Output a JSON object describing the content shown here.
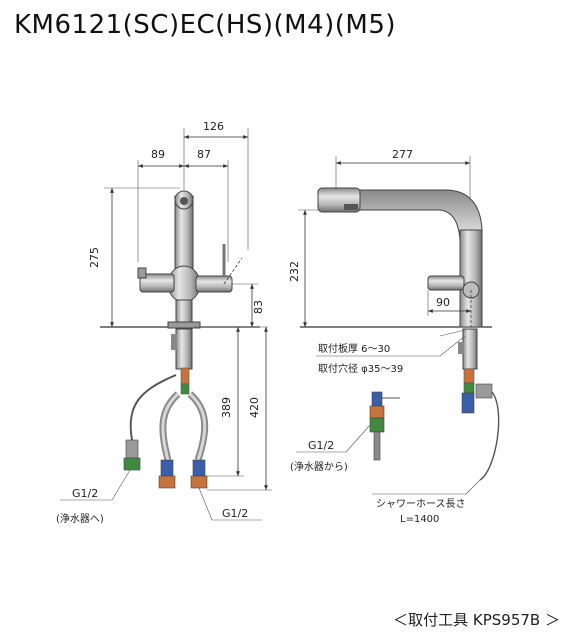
{
  "title": "KM6121(SC)EC(HS)(M4)(M5)",
  "footer": "＜取付工具 KPS957B ＞",
  "front_view": {
    "dim_126": "126",
    "dim_89": "89",
    "dim_87": "87",
    "dim_275": "275",
    "dim_83": "83",
    "dim_389": "389",
    "dim_420": "420",
    "label_g12_left": "G1/2",
    "label_purifier_to": "(浄水器へ)",
    "label_g12_bottom": "G1/2"
  },
  "side_view": {
    "dim_277": "277",
    "dim_232": "232",
    "dim_90": "90",
    "plate_thickness": "取付板厚 6～30",
    "hole_diameter": "取付穴径 φ35～39",
    "label_g12": "G1/2",
    "label_purifier_from": "(浄水器から)",
    "hose_length_label": "シャワーホース長さ",
    "hose_length_value": "L=1400"
  },
  "colors": {
    "metal_light": "#cfcfcf",
    "metal_dark": "#7a7a7a",
    "fitting_orange": "#c8733a",
    "fitting_blue": "#3a5fa8",
    "fitting_green": "#3f8a3f"
  }
}
